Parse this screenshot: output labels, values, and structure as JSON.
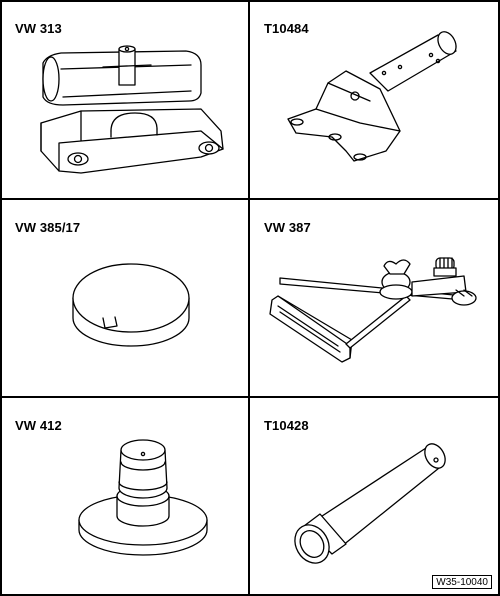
{
  "tools": [
    {
      "label": "VW 313",
      "icon": "mounting-block-icon"
    },
    {
      "label": "T10484",
      "icon": "bracket-tool-icon"
    },
    {
      "label": "VW 385/17",
      "icon": "measuring-disc-icon"
    },
    {
      "label": "VW 387",
      "icon": "dial-gauge-holder-icon"
    },
    {
      "label": "VW 412",
      "icon": "press-piece-icon"
    },
    {
      "label": "T10428",
      "icon": "drift-sleeve-icon"
    }
  ],
  "reference": "W35-10040"
}
